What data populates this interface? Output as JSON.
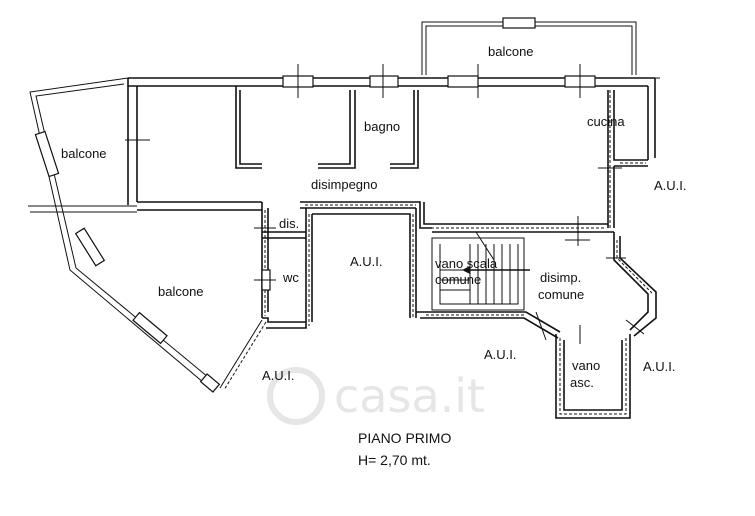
{
  "watermark": "casa.it",
  "rooms": {
    "balcone_left": "balcone",
    "balcone_top": "balcone",
    "balcone_lower": "balcone",
    "bagno": "bagno",
    "cucina": "cucina",
    "disimpegno": "disimpegno",
    "dis": "dis.",
    "wc": "wc",
    "aui_center": "A.U.I.",
    "aui_right_top": "A.U.I.",
    "aui_bottom_left": "A.U.I.",
    "aui_bottom_mid": "A.U.I.",
    "aui_bottom_right": "A.U.I.",
    "vano_scala_line1": "vano scala",
    "vano_scala_line2": "comune",
    "disimp_line1": "disimp.",
    "disimp_line2": "comune",
    "vano_asc_line1": "vano",
    "vano_asc_line2": "asc."
  },
  "caption": {
    "line1": "PIANO PRIMO",
    "line2": "H= 2,70 mt."
  }
}
